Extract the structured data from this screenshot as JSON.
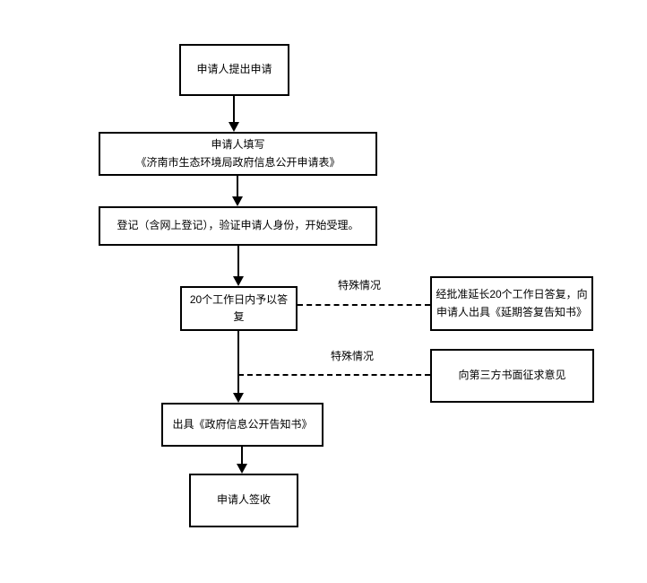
{
  "diagram": {
    "background_color": "#ffffff",
    "line_color": "#000000",
    "nodes": {
      "start": {
        "label": "申请人提出申请"
      },
      "fill_form": {
        "label": "申请人填写\n《济南市生态环境局政府信息公开申请表》"
      },
      "register": {
        "label": "登记（含网上登记），验证申请人身份，开始受理。"
      },
      "reply": {
        "label": "20个工作日内予以答复"
      },
      "extend": {
        "label": "经批准延长20个工作日答复，向\n申请人出具《延期答复告知书》"
      },
      "third_party": {
        "label": "向第三方书面征求意见"
      },
      "issue": {
        "label": "出具《政府信息公开告知书》"
      },
      "sign": {
        "label": "申请人签收"
      }
    },
    "edge_labels": {
      "special_case_1": "特殊情况",
      "special_case_2": "特殊情况"
    }
  }
}
